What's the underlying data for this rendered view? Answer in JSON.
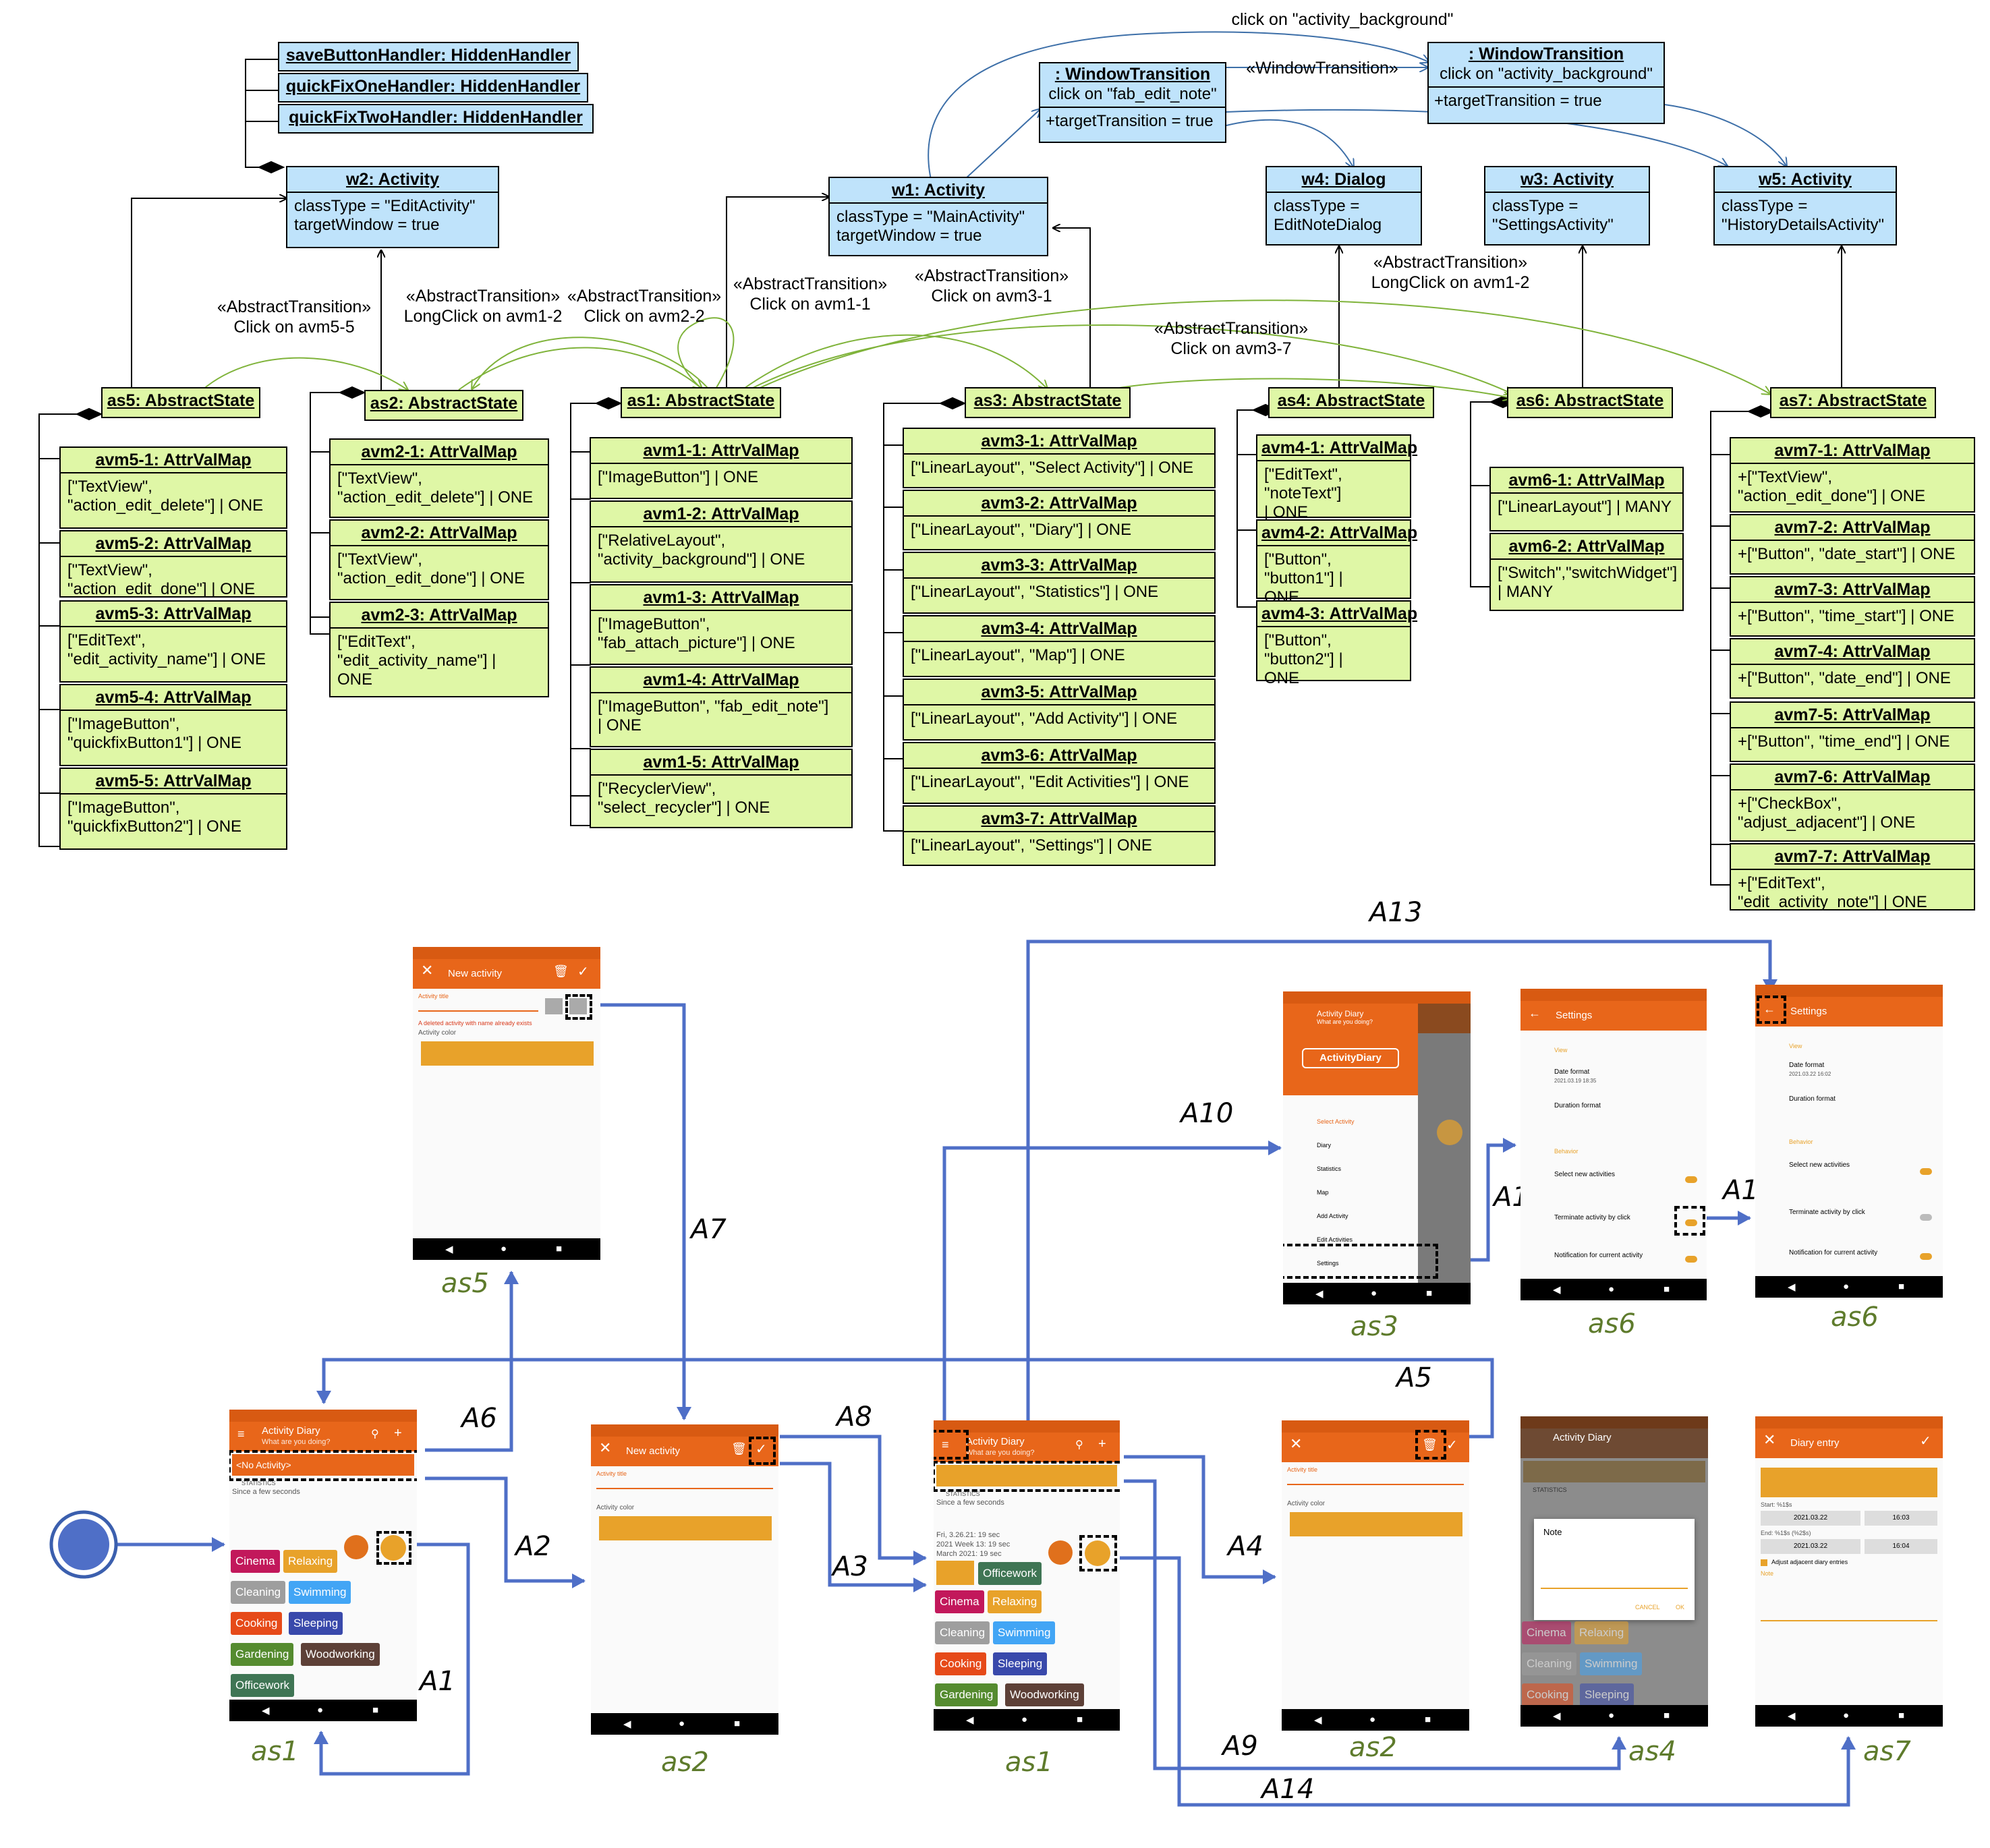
{
  "uml": {
    "handlers": [
      "saveButtonHandler: HiddenHandler",
      "quickFixOneHandler: HiddenHandler",
      "quickFixTwoHandler: HiddenHandler"
    ],
    "windows": {
      "w2": {
        "title": "w2: Activity",
        "body": "classType = \"EditActivity\"\ntargetWindow = true"
      },
      "w1": {
        "title": "w1: Activity",
        "body": "classType = \"MainActivity\"\ntargetWindow = true"
      },
      "w4": {
        "title": "w4: Dialog",
        "body": "classType =\nEditNoteDialog"
      },
      "w3": {
        "title": "w3: Activity",
        "body": "classType =\n\"SettingsActivity\""
      },
      "w5": {
        "title": "w5: Activity",
        "body": "classType =\n\"HistoryDetailsActivity\""
      }
    },
    "transitions": {
      "t1": {
        "title": ": WindowTransition",
        "sub": "click on \"fab_edit_note\"",
        "body": "+targetTransition = true"
      },
      "t2": {
        "title": ": WindowTransition",
        "sub": "click on \"activity_background\"",
        "body": "+targetTransition = true"
      }
    },
    "labels": {
      "click_bg": "click on \"activity_background\"",
      "wt": "«WindowTransition»",
      "at_as5": "«AbstractTransition»\nClick on avm5-5",
      "at_lc12": "«AbstractTransition»\nLongClick on avm1-2",
      "at_c22": "«AbstractTransition»\nClick on avm2-2",
      "at_c11": "«AbstractTransition»\nClick on avm1-1",
      "at_c31": "«AbstractTransition»\nClick on avm3-1",
      "at_lc12b": "«AbstractTransition»\nLongClick on avm1-2",
      "at_c37": "«AbstractTransition»\nClick on avm3-7"
    },
    "states": {
      "as5": {
        "title": "as5: AbstractState",
        "maps": [
          {
            "t": "avm5-1: AttrValMap",
            "v": "[\"TextView\",\n\"action_edit_delete\"] | ONE"
          },
          {
            "t": "avm5-2: AttrValMap",
            "v": "[\"TextView\",\n\"action_edit_done\"] | ONE"
          },
          {
            "t": "avm5-3: AttrValMap",
            "v": "[\"EditText\",\n\"edit_activity_name\"] | ONE"
          },
          {
            "t": "avm5-4: AttrValMap",
            "v": "[\"ImageButton\",\n\"quickfixButton1\"] | ONE"
          },
          {
            "t": "avm5-5: AttrValMap",
            "v": "[\"ImageButton\",\n\"quickfixButton2\"] | ONE"
          }
        ]
      },
      "as2": {
        "title": "as2: AbstractState",
        "maps": [
          {
            "t": "avm2-1: AttrValMap",
            "v": "[\"TextView\",\n\"action_edit_delete\"] | ONE"
          },
          {
            "t": "avm2-2: AttrValMap",
            "v": "[\"TextView\",\n\"action_edit_done\"] | ONE"
          },
          {
            "t": "avm2-3: AttrValMap",
            "v": "[\"EditText\",\n\"edit_activity_name\"] |\nONE"
          }
        ]
      },
      "as1": {
        "title": "as1: AbstractState",
        "maps": [
          {
            "t": "avm1-1: AttrValMap",
            "v": "[\"ImageButton\"] | ONE"
          },
          {
            "t": "avm1-2: AttrValMap",
            "v": "[\"RelativeLayout\",\n\"activity_background\"] | ONE"
          },
          {
            "t": "avm1-3: AttrValMap",
            "v": "[\"ImageButton\",\n\"fab_attach_picture\"] | ONE"
          },
          {
            "t": "avm1-4: AttrValMap",
            "v": "[\"ImageButton\", \"fab_edit_note\"]\n| ONE"
          },
          {
            "t": "avm1-5: AttrValMap",
            "v": "[\"RecyclerView\",\n\"select_recycler\"] | ONE"
          }
        ]
      },
      "as3": {
        "title": "as3: AbstractState",
        "maps": [
          {
            "t": "avm3-1: AttrValMap",
            "v": "[\"LinearLayout\", \"Select Activity\"] | ONE"
          },
          {
            "t": "avm3-2: AttrValMap",
            "v": "[\"LinearLayout\", \"Diary\"] | ONE"
          },
          {
            "t": "avm3-3: AttrValMap",
            "v": "[\"LinearLayout\", \"Statistics\"] | ONE"
          },
          {
            "t": "avm3-4: AttrValMap",
            "v": "[\"LinearLayout\", \"Map\"] | ONE"
          },
          {
            "t": "avm3-5: AttrValMap",
            "v": "[\"LinearLayout\", \"Add Activity\"] | ONE"
          },
          {
            "t": "avm3-6: AttrValMap",
            "v": "[\"LinearLayout\", \"Edit Activities\"] | ONE"
          },
          {
            "t": "avm3-7: AttrValMap",
            "v": "[\"LinearLayout\", \"Settings\"] | ONE"
          }
        ]
      },
      "as4": {
        "title": "as4: AbstractState",
        "maps": [
          {
            "t": "avm4-1: AttrValMap",
            "v": "[\"EditText\", \"noteText\"]\n| ONE"
          },
          {
            "t": "avm4-2: AttrValMap",
            "v": "[\"Button\", \"button1\"] |\nONE"
          },
          {
            "t": "avm4-3: AttrValMap",
            "v": "[\"Button\", \"button2\"] |\nONE"
          }
        ]
      },
      "as6": {
        "title": "as6: AbstractState",
        "maps": [
          {
            "t": "avm6-1: AttrValMap",
            "v": "[\"LinearLayout\"] | MANY"
          },
          {
            "t": "avm6-2: AttrValMap",
            "v": "[\"Switch\",\"switchWidget\"]\n| MANY"
          }
        ]
      },
      "as7": {
        "title": "as7: AbstractState",
        "maps": [
          {
            "t": "avm7-1: AttrValMap",
            "v": "+[\"TextView\",\n\"action_edit_done\"] | ONE"
          },
          {
            "t": "avm7-2: AttrValMap",
            "v": "+[\"Button\", \"date_start\"] | ONE"
          },
          {
            "t": "avm7-3: AttrValMap",
            "v": "+[\"Button\", \"time_start\"] | ONE"
          },
          {
            "t": "avm7-4: AttrValMap",
            "v": "+[\"Button\", \"date_end\"] | ONE"
          },
          {
            "t": "avm7-5: AttrValMap",
            "v": "+[\"Button\", \"time_end\"] | ONE"
          },
          {
            "t": "avm7-6: AttrValMap",
            "v": "+[\"CheckBox\",\n\"adjust_adjacent\"] | ONE"
          },
          {
            "t": "avm7-7: AttrValMap",
            "v": "+[\"EditText\",\n\"edit_activity_note\"] | ONE"
          }
        ]
      }
    }
  },
  "flow": {
    "arrows": [
      "A1",
      "A2",
      "A3",
      "A4",
      "A5",
      "A6",
      "A7",
      "A8",
      "A9",
      "A10",
      "A11",
      "A12",
      "A13",
      "A14"
    ],
    "screen_labels": {
      "as5": "as5",
      "as1a": "as1",
      "as2a": "as2",
      "as1b": "as1",
      "as2b": "as2",
      "as4": "as4",
      "as7": "as7",
      "as3": "as3",
      "as6a": "as6",
      "as6b": "as6"
    },
    "screens": {
      "main_title": "Activity Diary",
      "main_sub": "What are you doing?",
      "no_activity": "<No Activity>",
      "statistics": "STATISTICS",
      "since": "Since a few seconds",
      "new_activity": "New activity",
      "activity_title": "Activity title",
      "activity_color": "Activity color",
      "deleted_warn": "A deleted activity with name  already exists",
      "settings": "Settings",
      "diary_entry": "Diary entry",
      "note": "Note",
      "cancel": "CANCEL",
      "ok": "OK",
      "officework": "Officework",
      "stats_lines": [
        "Fri, 3.26.21: 19 sec",
        "2021 Week 13: 19 sec",
        "March 2021: 19 sec"
      ],
      "chips": [
        "Cinema",
        "Relaxing",
        "Cleaning",
        "Swimming",
        "Cooking",
        "Sleeping",
        "Gardening",
        "Woodworking",
        "Officework"
      ],
      "drawer_items": [
        "Select Activity",
        "Diary",
        "Statistics",
        "Map",
        "Add Activity",
        "Edit Activities",
        "Settings"
      ],
      "drawer_logo": "ActivityDiary",
      "settings_view": "View",
      "settings_behavior": "Behavior",
      "settings_items": [
        "Date format",
        "Duration format",
        "Select new activities",
        "Terminate activity by click",
        "Notification for current activity"
      ],
      "settings_date_a": "2021.03.19 18:35",
      "settings_date_b": "2021.03.22 16:02",
      "diary_start": "Start: %1$s",
      "diary_end": "End: %1$s (%2$s)",
      "diary_date": "2021.03.22",
      "diary_t1": "16:03",
      "diary_t2": "16:04",
      "diary_adjust": "Adjust adjacent diary entries",
      "diary_note": "Note"
    }
  },
  "colors": {
    "blue_box": "#bfe3fb",
    "green_box": "#dff7a6",
    "arrow_blue": "#4f6fc7",
    "arrow_green": "#7fb33a",
    "app_orange": "#e8661a",
    "accent": "#e8a22a",
    "state_label": "#5e7b2c"
  }
}
